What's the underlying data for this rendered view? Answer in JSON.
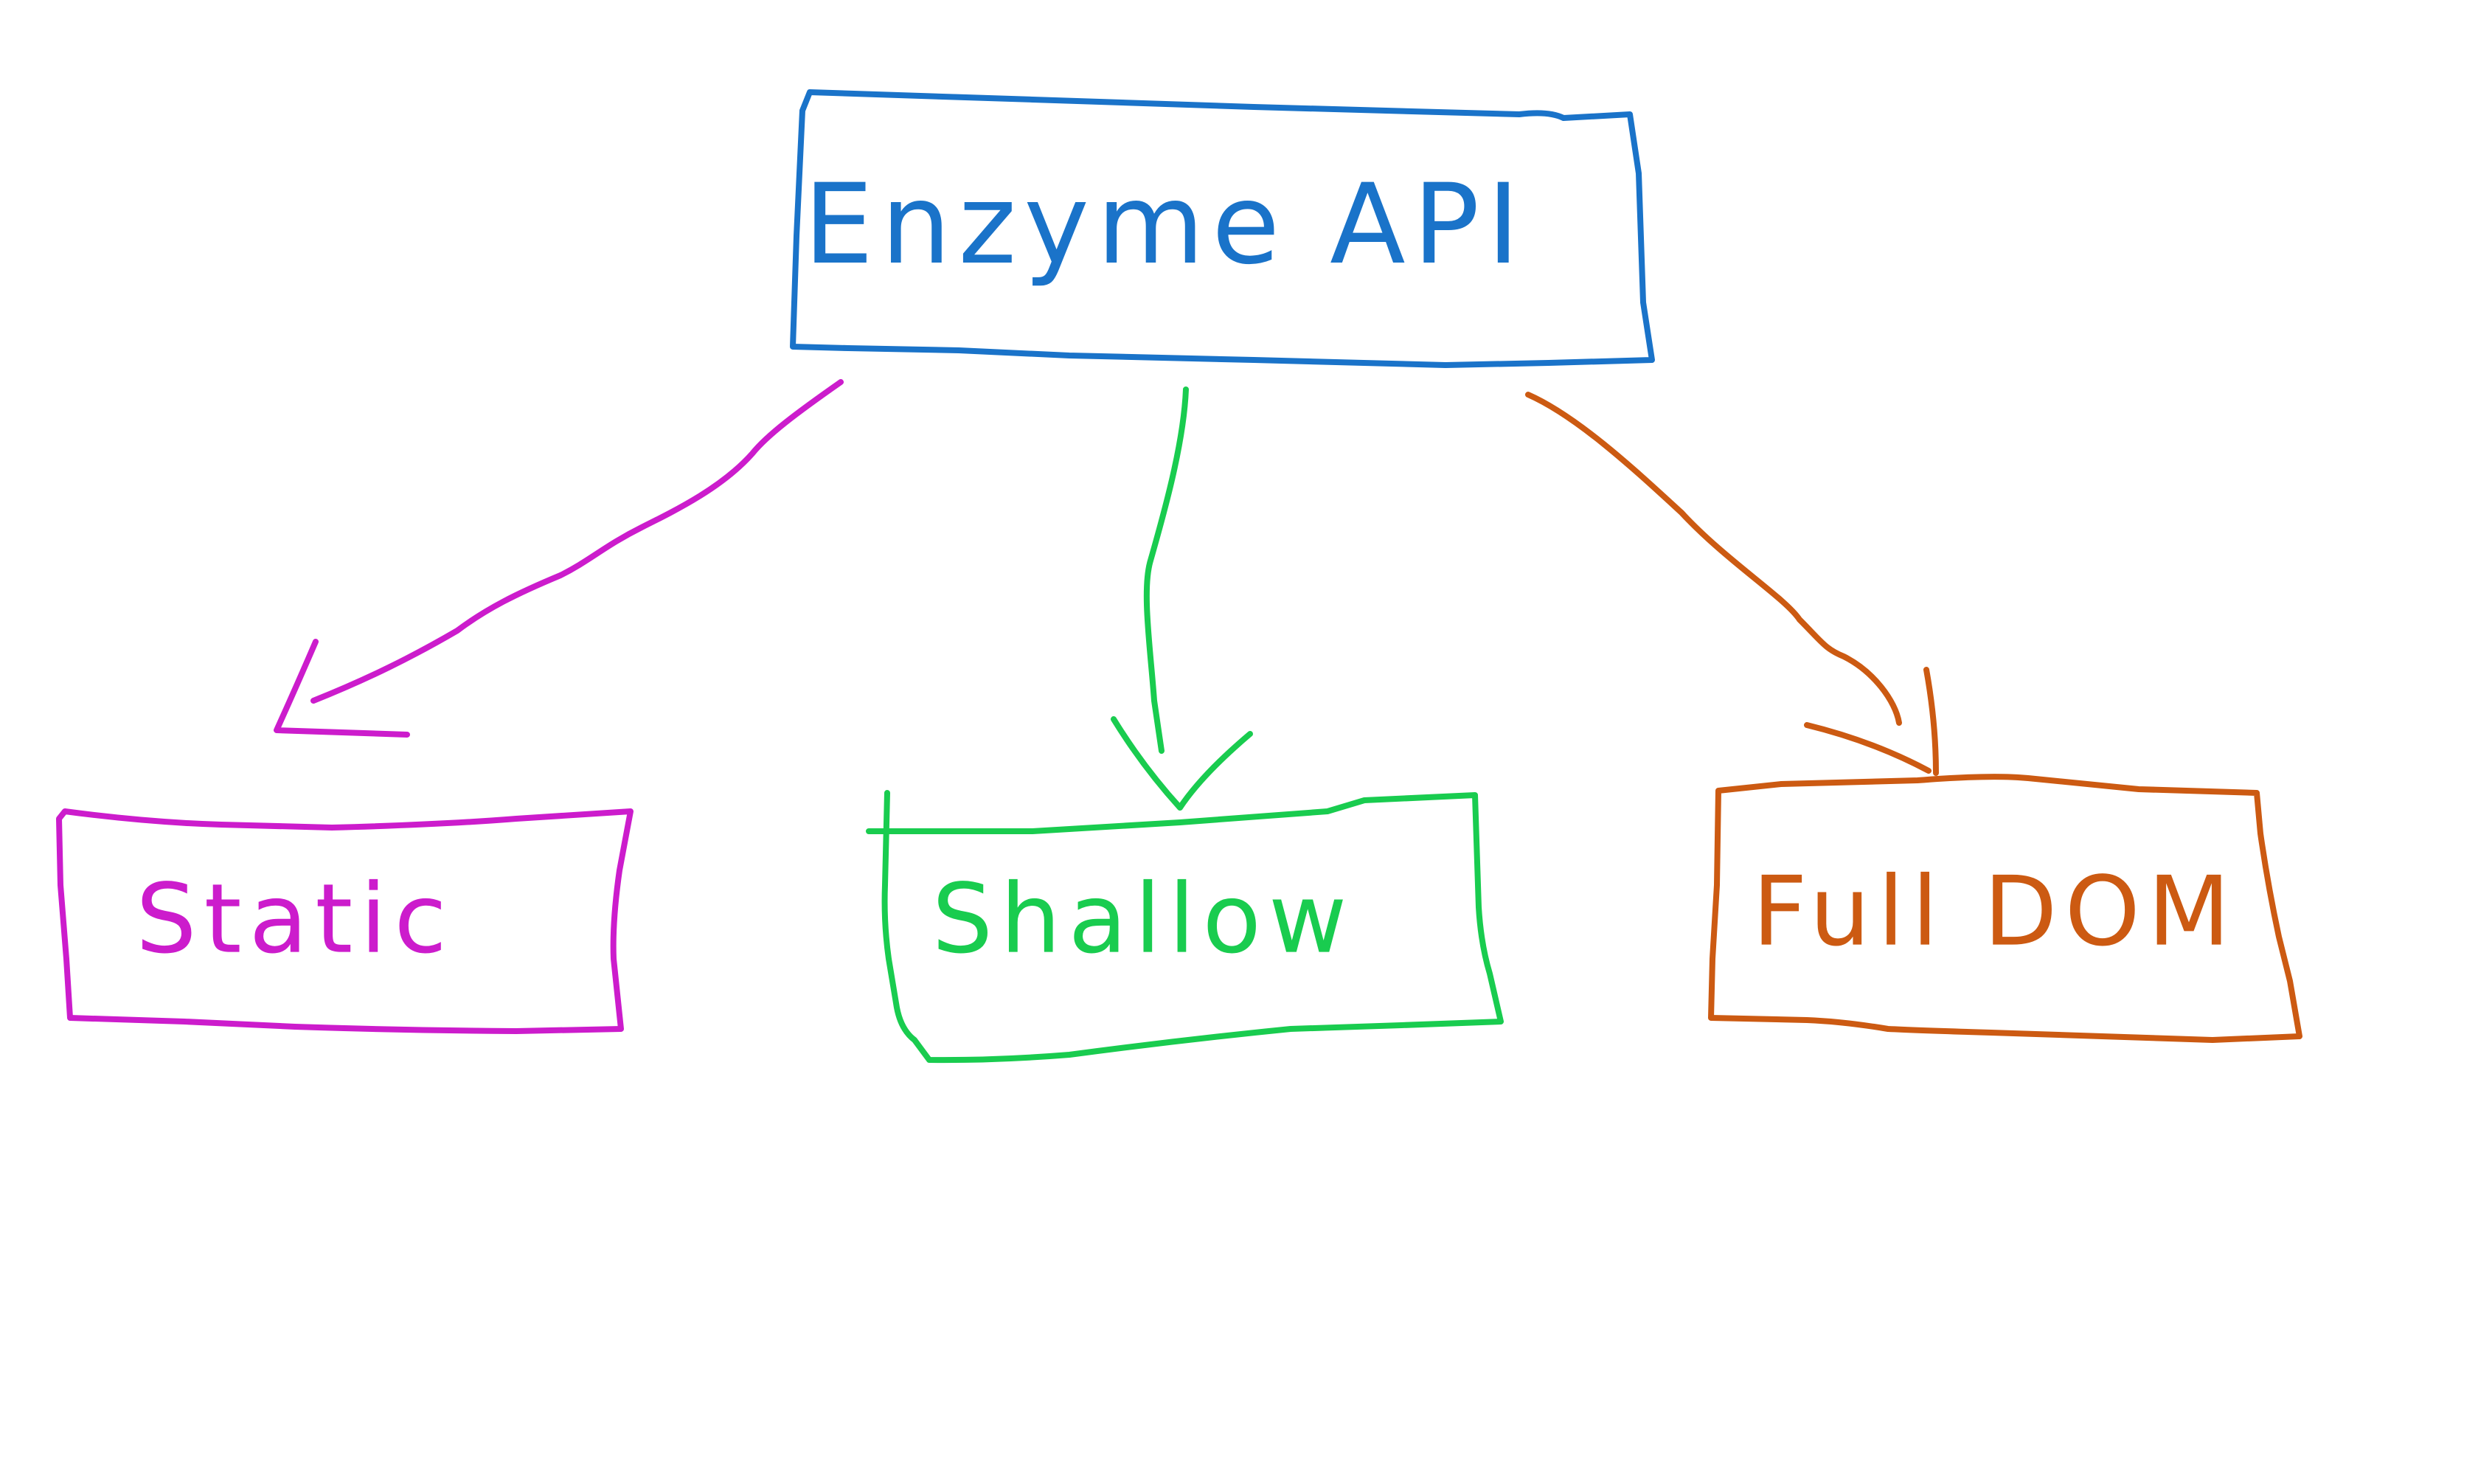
{
  "diagram": {
    "type": "tree",
    "root": {
      "label": "Enzyme API",
      "color": "#1A73C9"
    },
    "children": [
      {
        "label": "Static",
        "color": "#CC1CCC"
      },
      {
        "label": "Shallow",
        "color": "#19CC4F"
      },
      {
        "label": "Full DOM",
        "color": "#CC5A12"
      }
    ]
  }
}
